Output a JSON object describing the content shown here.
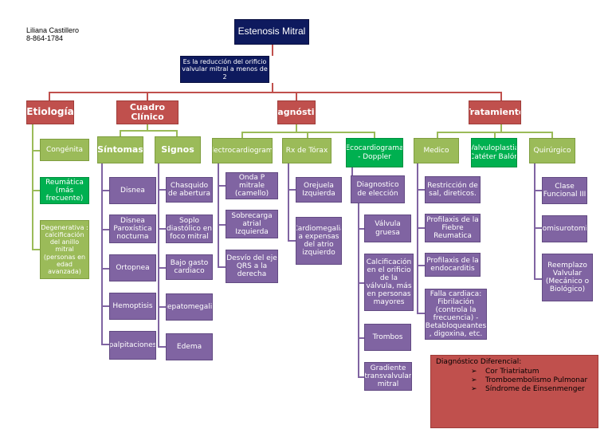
{
  "author": {
    "name": "Liliana Castillero",
    "id": "8-864-1784"
  },
  "root": {
    "title": "Estenosis Mitral",
    "definition": "Es la reducción del orificio valvular mitral a menos de 2"
  },
  "etiologia": {
    "title": "Etiología",
    "items": [
      "Congénita",
      "Reumática (más frecuente)",
      "Degenerativa : calcificación del anillo mitral (personas en edad avanzada)"
    ]
  },
  "cuadro": {
    "title": "Cuadro Clínico",
    "sintomas": {
      "title": "Síntomas",
      "items": [
        "Disnea",
        "Disnea Paroxística nocturna",
        "Ortopnea",
        "Hemoptisis",
        "palpitaciones"
      ]
    },
    "signos": {
      "title": "Signos",
      "items": [
        "Chasquido de abertura",
        "Soplo diastólico en foco mitral",
        "Bajo gasto cardiaco",
        "Hepatomegalia",
        "Edema"
      ]
    }
  },
  "diagnostico": {
    "title": "Diagnóstico",
    "ecg": {
      "title": "Electrocardiograma",
      "items": [
        "Onda P mitrale (camello)",
        "Sobrecarga atrial Izquierda",
        "Desvío del eje QRS a la derecha"
      ]
    },
    "rx": {
      "title": "Rx de Tórax",
      "items": [
        "Orejuela Izquierda",
        "Cardiomegalia a expensas del atrio izquierdo"
      ]
    },
    "eco": {
      "title": "Ecocardiograma - Doppler",
      "intro": "Diagnostico de elección",
      "items": [
        "Válvula gruesa",
        "Calcificación en el orificio de la válvula, más en personas mayores",
        "Trombos",
        "Gradiente transvalvular mitral"
      ]
    }
  },
  "tratamiento": {
    "title": "Tratamiento",
    "medico": {
      "title": "Medico",
      "items": [
        "Restricción de sal, direticos.",
        "Profilaxis de la Fiebre Reumatica",
        "Profilaxis de la endocarditis",
        "Falla cardiaca: Fibrilación (controla la frecuencia) - Betabloqueantes , digoxina, etc."
      ]
    },
    "valvuloplastia": {
      "title": "Valvuloplastia Catéter Balón"
    },
    "quirurgico": {
      "title": "Quirúrgico",
      "items": [
        "Clase Funcional III",
        "Comisurotomia",
        "Reemplazo Valvular (Mecánico o Biológico)"
      ]
    }
  },
  "diagnostico_diferencial": {
    "title": "Diagnóstico Diferencial:",
    "bullet": "➢",
    "items": [
      "Cor Triatriatum",
      "Tromboembolismo Pulmonar",
      "Síndrome de Einsenmenger"
    ]
  },
  "colors": {
    "navy": "#0e1a5e",
    "red": "#c0504d",
    "green": "#9bbb59",
    "bright_green": "#00b050",
    "purple": "#8064a2"
  }
}
